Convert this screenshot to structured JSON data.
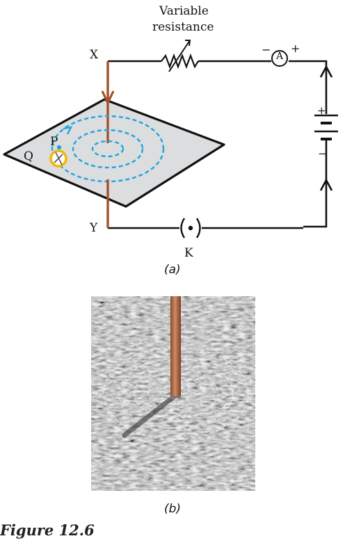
{
  "circuit": {
    "variable_resistance_line1": "Variable",
    "variable_resistance_line2": "resistance",
    "label_x": "X",
    "label_y": "Y",
    "label_k": "K",
    "label_p": "P",
    "label_q": "Q",
    "ammeter_letter": "A",
    "ammeter_minus": "−",
    "ammeter_plus": "+",
    "battery_plus": "+",
    "battery_minus": "−",
    "key_symbol": "( • )"
  },
  "captions": {
    "a": "(a)",
    "b": "(b)"
  },
  "figure_title": "Figure  12.6",
  "colors": {
    "wire": "#111111",
    "conductor": "#a0522d",
    "field_lines": "#1ea5dc",
    "compass_ring": "#f2b705",
    "plane_fill": "#dcdddf",
    "photo_rod": "#b86a45"
  }
}
